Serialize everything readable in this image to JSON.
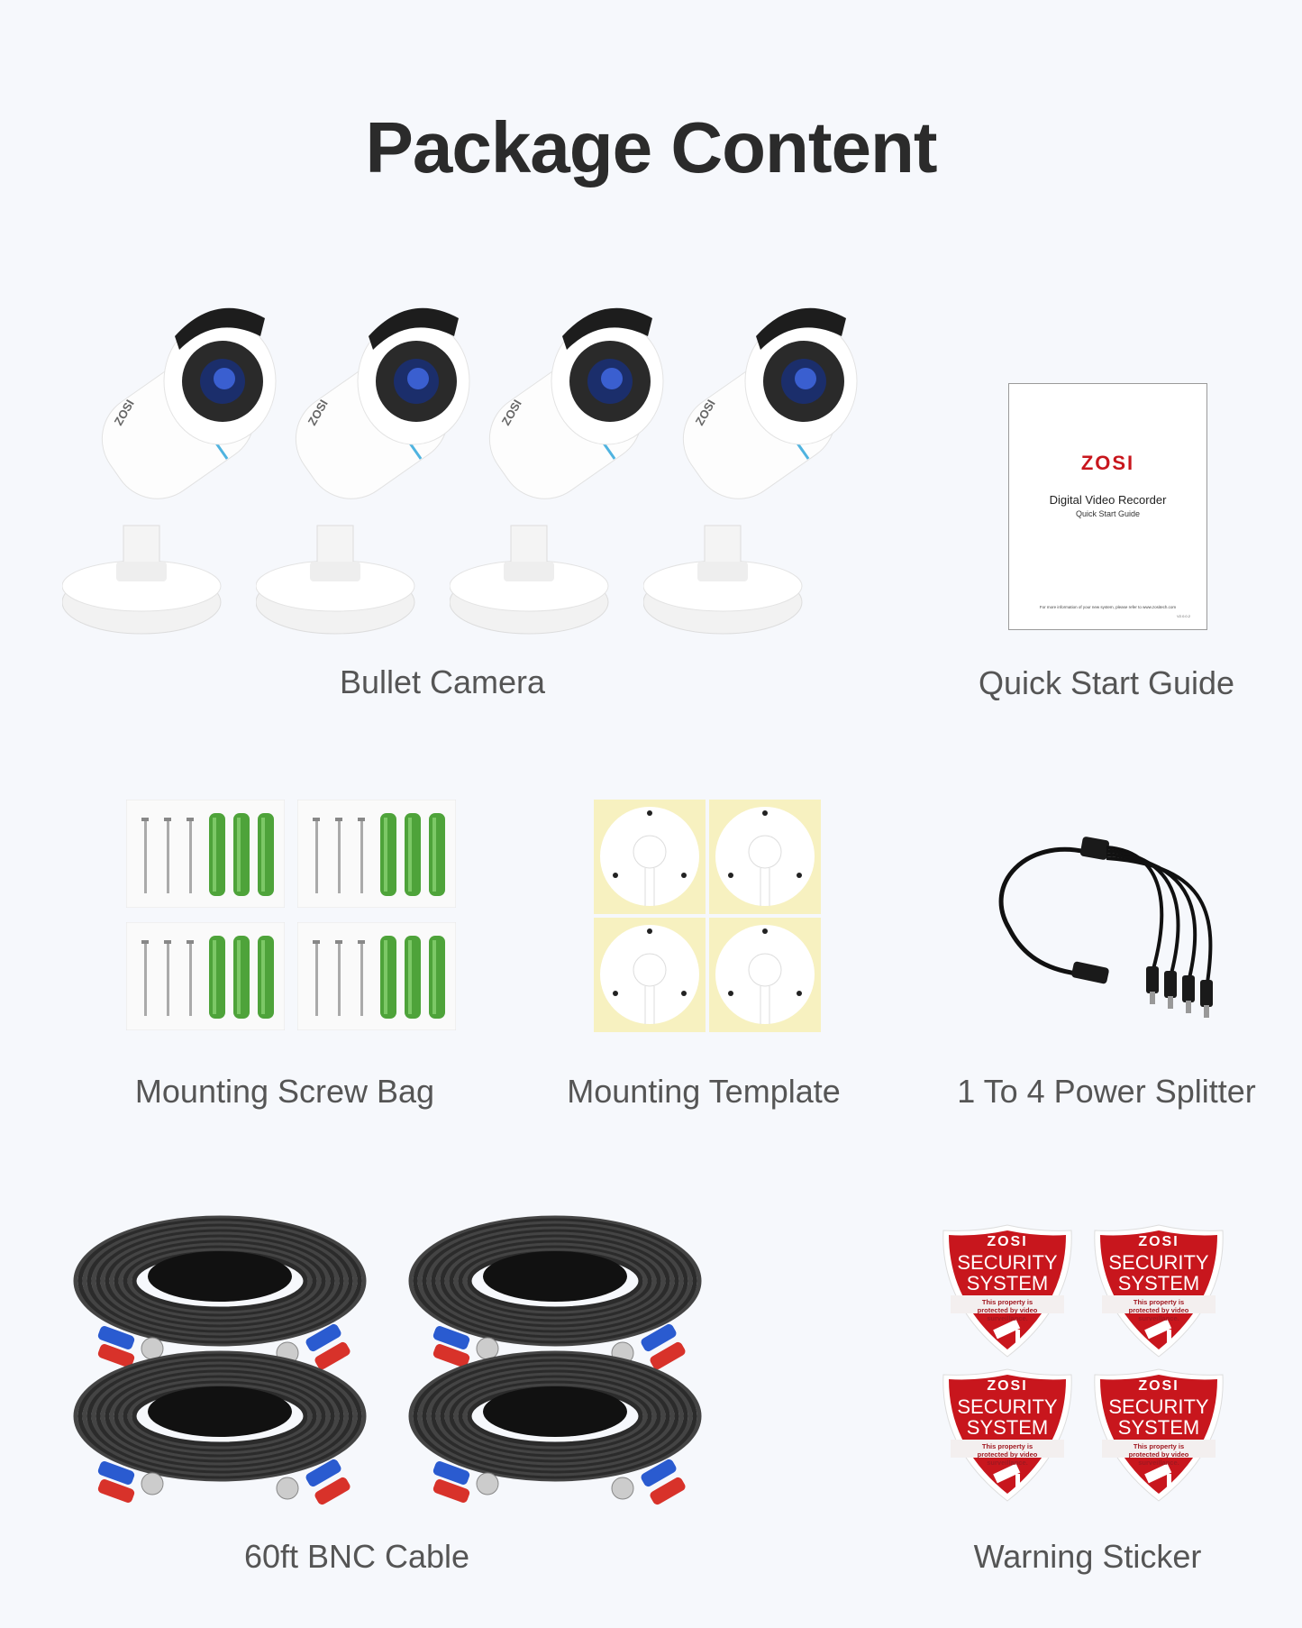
{
  "title": "Package Content",
  "items": {
    "bullet_camera": "Bullet Camera",
    "quick_start_guide": "Quick Start Guide",
    "mounting_screw_bag": "Mounting Screw Bag",
    "mounting_template": "Mounting Template",
    "power_splitter": "1 To 4 Power Splitter",
    "bnc_cable": "60ft BNC Cable",
    "warning_sticker": "Warning Sticker"
  },
  "guide": {
    "brand": "ZOSI",
    "title": "Digital Video Recorder",
    "subtitle": "Quick Start Guide",
    "footer": "For more information of your new system, please refer to www.zositech.com",
    "version": "V2.0.0.2"
  },
  "camera": {
    "brand": "ZOSI",
    "count": 4
  },
  "sticker": {
    "brand": "ZOSI",
    "line1": "SECURITY",
    "line2": "SYSTEM",
    "notice": "This property is protected by video surveillance.",
    "count": 4,
    "color": "#c8161d"
  },
  "colors": {
    "background": "#f6f8fc",
    "title": "#2b2b2b",
    "label": "#555555",
    "accent_ring": "#4fb3e0"
  }
}
